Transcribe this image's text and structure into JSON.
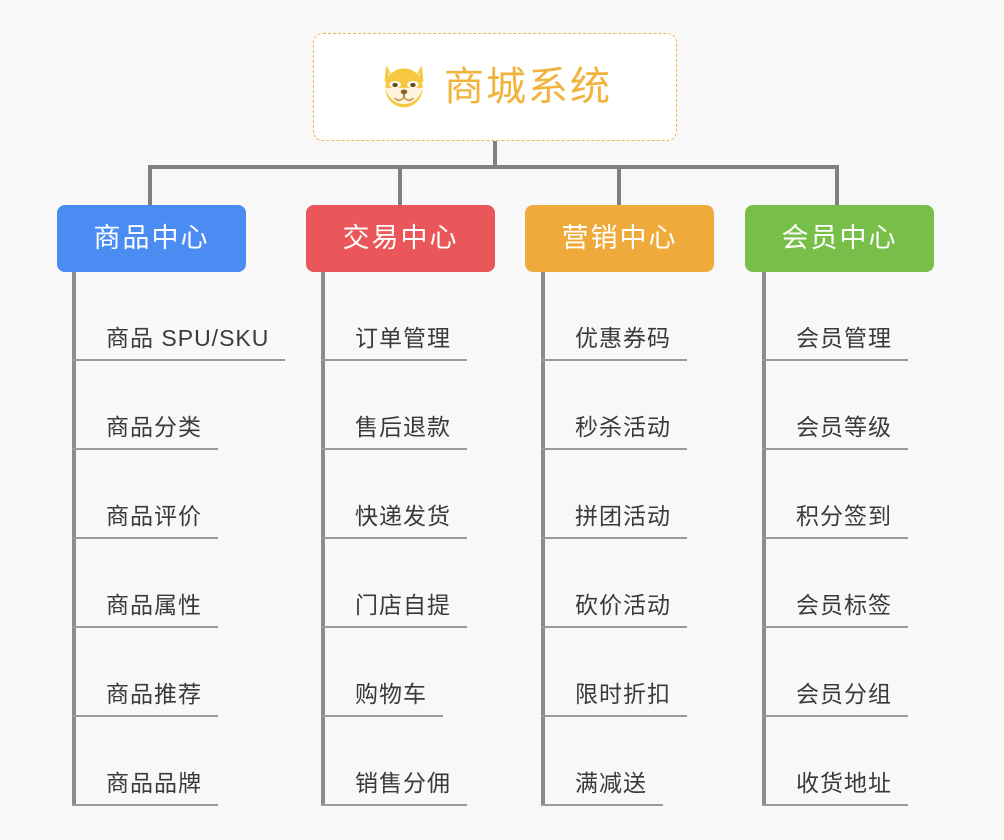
{
  "background_color": "#f8f8f8",
  "root": {
    "title": "商城系统",
    "logo_icon": "shiba-dog-icon",
    "border_color": "#f0b350",
    "text_color": "#f2b33d",
    "background": "#ffffff"
  },
  "connector_color": "#808080",
  "branches": [
    {
      "label": "商品中心",
      "color": "#4a8cf1",
      "items": [
        "商品 SPU/SKU",
        "商品分类",
        "商品评价",
        "商品属性",
        "商品推荐",
        "商品品牌"
      ]
    },
    {
      "label": "交易中心",
      "color": "#e9575a",
      "items": [
        "订单管理",
        "售后退款",
        "快递发货",
        "门店自提",
        "购物车",
        "销售分佣"
      ]
    },
    {
      "label": "营销中心",
      "color": "#eeab3c",
      "items": [
        "优惠券码",
        "秒杀活动",
        "拼团活动",
        "砍价活动",
        "限时折扣",
        "满减送"
      ]
    },
    {
      "label": "会员中心",
      "color": "#78bf4a",
      "items": [
        "会员管理",
        "会员等级",
        "积分签到",
        "会员标签",
        "会员分组",
        "收货地址"
      ]
    }
  ]
}
